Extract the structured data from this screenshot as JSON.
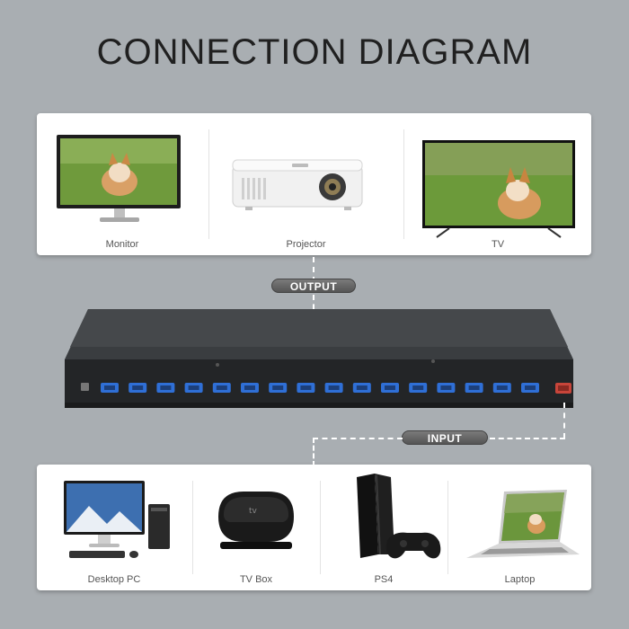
{
  "title": "CONNECTION DIAGRAM",
  "outputs": {
    "label": "OUTPUT",
    "items": [
      {
        "name": "Monitor"
      },
      {
        "name": "Projector"
      },
      {
        "name": "TV"
      }
    ]
  },
  "inputs": {
    "label": "INPUT",
    "items": [
      {
        "name": "Desktop PC"
      },
      {
        "name": "TV Box"
      },
      {
        "name": "PS4"
      },
      {
        "name": "Laptop"
      }
    ]
  },
  "device": {
    "output_port_count": 16,
    "input_port_count": 1
  },
  "colors": {
    "background": "#a9aeb2",
    "device_body": "#2a2c2e",
    "port_blue": "#2f6fd6",
    "input_port_red": "#c8453a",
    "pill": "#666666"
  }
}
